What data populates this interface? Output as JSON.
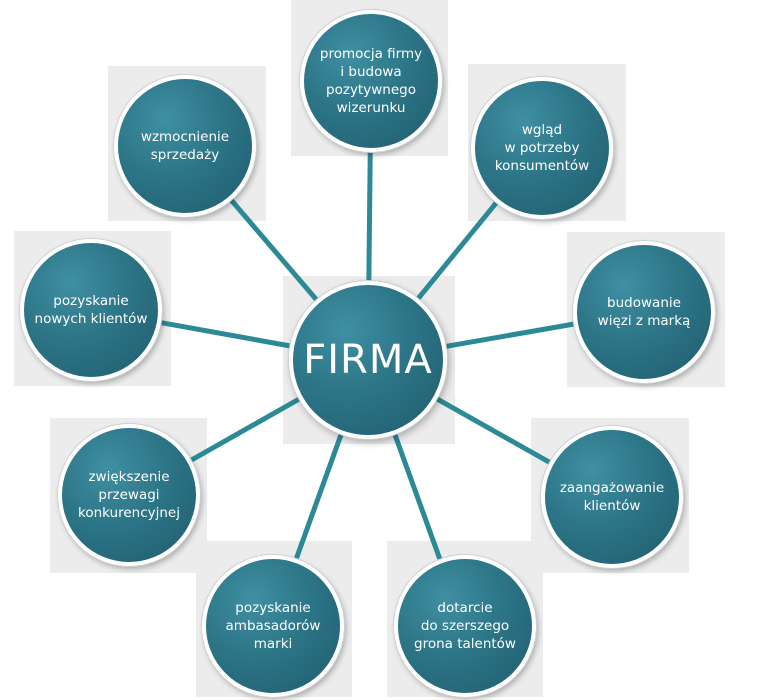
{
  "diagram": {
    "center": {
      "label": "FIRMA"
    },
    "nodes": [
      {
        "id": "promocja",
        "label": "promocja firmy\ni budowa\npozytywnego\nwizerunku"
      },
      {
        "id": "wglad",
        "label": "wgląd\nw potrzeby\nkonsumentów"
      },
      {
        "id": "wiezi",
        "label": "budowanie\nwięzi z marką"
      },
      {
        "id": "zaangazowanie",
        "label": "zaangażowanie\nklientów"
      },
      {
        "id": "talenty",
        "label": "dotarcie\ndo szerszego\ngrona talentów"
      },
      {
        "id": "ambasadorzy",
        "label": "pozyskanie\nambasadorów\nmarki"
      },
      {
        "id": "przewaga",
        "label": "zwiększenie\nprzewagi\nkonkurencyjnej"
      },
      {
        "id": "klienci",
        "label": "pozyskanie\nnowych klientów"
      },
      {
        "id": "sprzedaz",
        "label": "wzmocnienie\nsprzedaży"
      }
    ],
    "colors": {
      "node": "#2c7587",
      "connector": "#2b8a95",
      "tile": "#ececec",
      "text": "#ffffff"
    }
  }
}
